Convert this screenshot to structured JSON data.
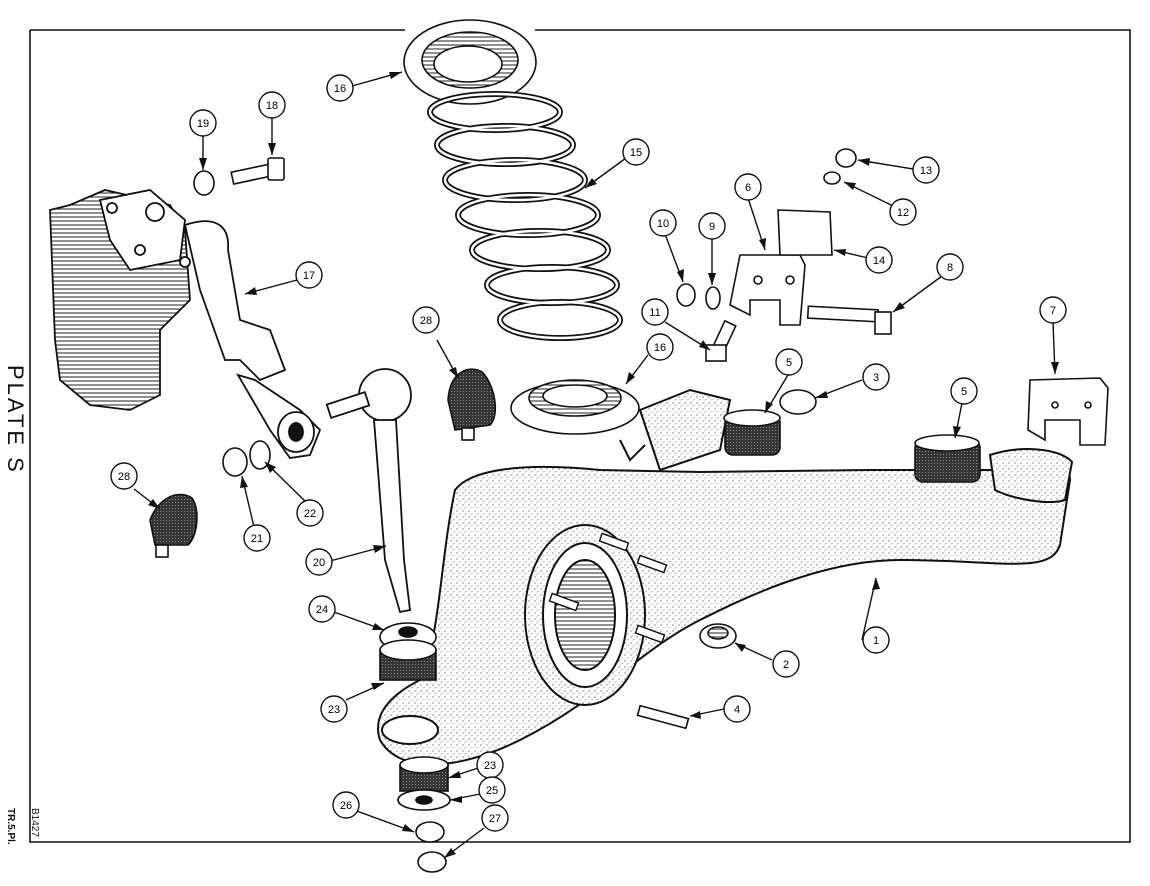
{
  "plate": {
    "title": "PLATE S",
    "drawing_number": "B1427",
    "sheet_ref": "TR.5.Pl."
  },
  "callouts": [
    {
      "id": "c1",
      "label": "1"
    },
    {
      "id": "c2",
      "label": "2"
    },
    {
      "id": "c3",
      "label": "3"
    },
    {
      "id": "c4",
      "label": "4"
    },
    {
      "id": "c5a",
      "label": "5"
    },
    {
      "id": "c5b",
      "label": "5"
    },
    {
      "id": "c6",
      "label": "6"
    },
    {
      "id": "c7",
      "label": "7"
    },
    {
      "id": "c8",
      "label": "8"
    },
    {
      "id": "c9",
      "label": "9"
    },
    {
      "id": "c10",
      "label": "10"
    },
    {
      "id": "c11",
      "label": "11"
    },
    {
      "id": "c12",
      "label": "12"
    },
    {
      "id": "c13",
      "label": "13"
    },
    {
      "id": "c14",
      "label": "14"
    },
    {
      "id": "c15",
      "label": "15"
    },
    {
      "id": "c16a",
      "label": "16"
    },
    {
      "id": "c16b",
      "label": "16"
    },
    {
      "id": "c17",
      "label": "17"
    },
    {
      "id": "c18",
      "label": "18"
    },
    {
      "id": "c19",
      "label": "19"
    },
    {
      "id": "c20",
      "label": "20"
    },
    {
      "id": "c21",
      "label": "21"
    },
    {
      "id": "c22",
      "label": "22"
    },
    {
      "id": "c23a",
      "label": "23"
    },
    {
      "id": "c23b",
      "label": "23"
    },
    {
      "id": "c24",
      "label": "24"
    },
    {
      "id": "c25",
      "label": "25"
    },
    {
      "id": "c26",
      "label": "26"
    },
    {
      "id": "c27",
      "label": "27"
    },
    {
      "id": "c28a",
      "label": "28"
    },
    {
      "id": "c28b",
      "label": "28"
    }
  ]
}
